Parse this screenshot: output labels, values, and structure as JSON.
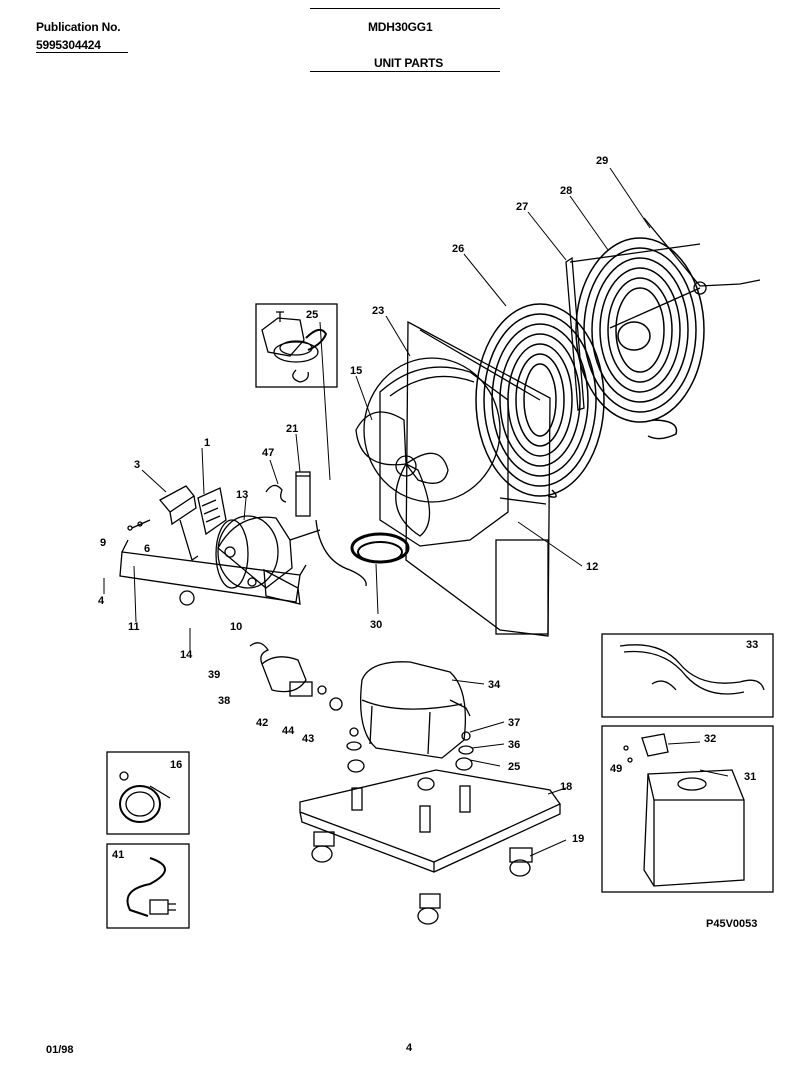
{
  "header": {
    "pub_label": "Publication No.",
    "pub_number": "5995304424",
    "model": "MDH30GG1",
    "section": "UNIT PARTS"
  },
  "footer": {
    "date": "01/98",
    "page": "4",
    "drawing_code": "P45V0053"
  },
  "callouts": {
    "c1": "1",
    "c3": "3",
    "c4": "4",
    "c6": "6",
    "c9": "9",
    "c10": "10",
    "c11": "11",
    "c12": "12",
    "c13": "13",
    "c14": "14",
    "c15": "15",
    "c16": "16",
    "c18": "18",
    "c19": "19",
    "c21": "21",
    "c23": "23",
    "c25a": "25",
    "c25b": "25",
    "c26": "26",
    "c27": "27",
    "c28": "28",
    "c29": "29",
    "c30": "30",
    "c31": "31",
    "c32": "32",
    "c33": "33",
    "c34": "34",
    "c36": "36",
    "c37": "37",
    "c38": "38",
    "c39": "39",
    "c41": "41",
    "c42": "42",
    "c43": "43",
    "c44": "44",
    "c47": "47",
    "c49": "49"
  }
}
